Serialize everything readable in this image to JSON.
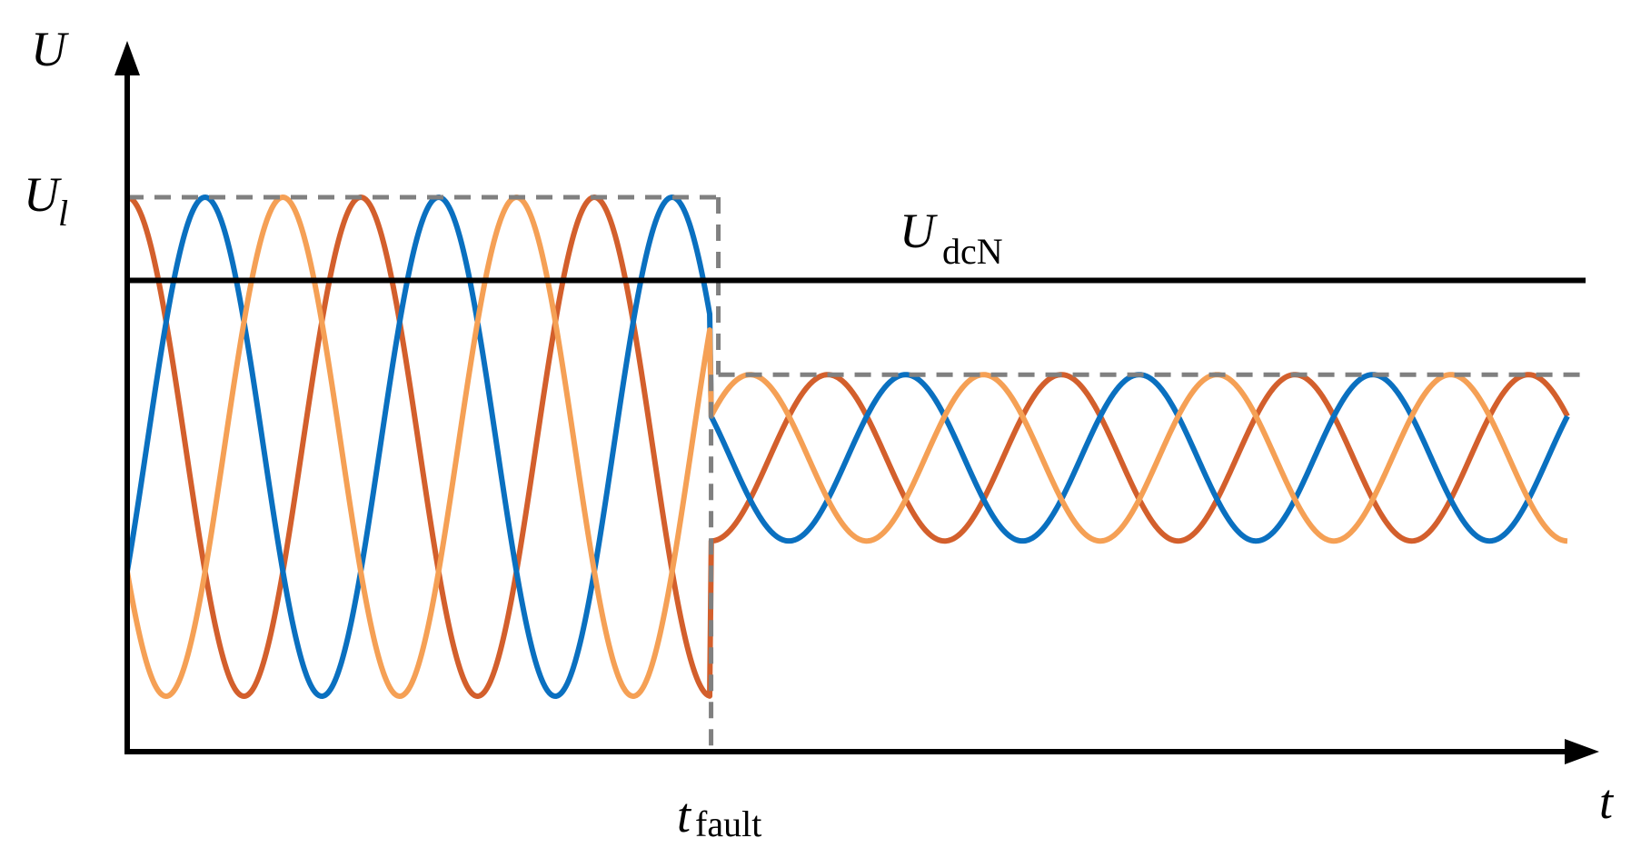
{
  "chart_data": {
    "type": "line",
    "title": "",
    "axes": {
      "y_label": "U",
      "x_label": "t",
      "y_tick": {
        "main": "U",
        "sub": "l"
      },
      "x_tick": {
        "main": "t",
        "sub": "fault"
      }
    },
    "udc_label": {
      "main": "U",
      "sub": "dcN"
    },
    "colors": {
      "axis": "#000000",
      "udc": "#000000",
      "envelope": "#808080",
      "phase_a": "#D35F2C",
      "phase_b": "#0A70C0",
      "phase_c": "#F5A055"
    },
    "domain": {
      "t_start": 0,
      "t_fault": 7.5,
      "t_end": 18.5,
      "t_axis_max": 18.7,
      "u_min": 0,
      "u_max": 1.45
    },
    "levels": {
      "pre_fault_peak": 1.0,
      "udc_n": 0.85,
      "post_fault_peak": 0.68,
      "pre_fault_offset": 0.55,
      "pre_fault_amplitude": 0.45,
      "post_fault_offset": 0.53,
      "post_fault_amplitude": 0.15
    },
    "series": [
      {
        "color_key": "phase_a",
        "pre_phase_deg": 0,
        "post_phase_deg": 0,
        "pre_period": 3.0,
        "post_period": 3.0
      },
      {
        "color_key": "phase_b",
        "pre_phase_deg": -120,
        "post_phase_deg": -120,
        "pre_period": 3.0,
        "post_period": 3.0
      },
      {
        "color_key": "phase_c",
        "pre_phase_deg": 120,
        "post_phase_deg": 120,
        "pre_period": 3.0,
        "post_period": 3.0
      }
    ]
  }
}
